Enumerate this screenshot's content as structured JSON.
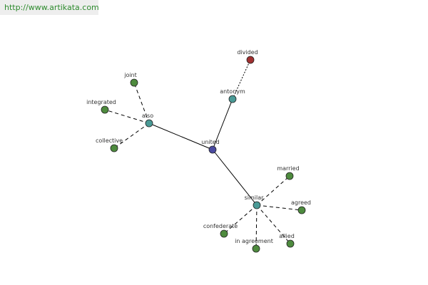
{
  "watermark": {
    "url": "http://www.artikata.com"
  },
  "colors": {
    "background": "#ffffff",
    "edge": "#000000",
    "center_node": "#4a4aa0",
    "relation_node": "#4a9a96",
    "leaf_node": "#4e8b3e",
    "antonym_leaf_node": "#a03030",
    "node_stroke": "#222222",
    "label": "#333333",
    "url_text": "#2e8b2e"
  },
  "graph": {
    "nodes": [
      {
        "id": "united",
        "label": "united",
        "kind": "center"
      },
      {
        "id": "also",
        "label": "also",
        "kind": "relation"
      },
      {
        "id": "antonym",
        "label": "antonym",
        "kind": "relation"
      },
      {
        "id": "similar",
        "label": "similar",
        "kind": "relation"
      },
      {
        "id": "divided",
        "label": "divided",
        "kind": "antonym-leaf"
      },
      {
        "id": "joint",
        "label": "joint",
        "kind": "leaf"
      },
      {
        "id": "integrated",
        "label": "integrated",
        "kind": "leaf"
      },
      {
        "id": "collective",
        "label": "collective",
        "kind": "leaf"
      },
      {
        "id": "married",
        "label": "married",
        "kind": "leaf"
      },
      {
        "id": "agreed",
        "label": "agreed",
        "kind": "leaf"
      },
      {
        "id": "allied",
        "label": "allied",
        "kind": "leaf"
      },
      {
        "id": "in-agreement",
        "label": "in agreement",
        "kind": "leaf"
      },
      {
        "id": "confederate",
        "label": "confederate",
        "kind": "leaf"
      }
    ],
    "edges": [
      {
        "from": "united",
        "to": "also",
        "style": "solid"
      },
      {
        "from": "united",
        "to": "antonym",
        "style": "solid"
      },
      {
        "from": "united",
        "to": "similar",
        "style": "solid"
      },
      {
        "from": "antonym",
        "to": "divided",
        "style": "dotted"
      },
      {
        "from": "also",
        "to": "joint",
        "style": "dashed"
      },
      {
        "from": "also",
        "to": "integrated",
        "style": "dashed"
      },
      {
        "from": "also",
        "to": "collective",
        "style": "dashed"
      },
      {
        "from": "similar",
        "to": "married",
        "style": "dashed"
      },
      {
        "from": "similar",
        "to": "agreed",
        "style": "dashed"
      },
      {
        "from": "similar",
        "to": "allied",
        "style": "dashed"
      },
      {
        "from": "similar",
        "to": "in-agreement",
        "style": "dashed"
      },
      {
        "from": "similar",
        "to": "confederate",
        "style": "dashed"
      }
    ]
  }
}
